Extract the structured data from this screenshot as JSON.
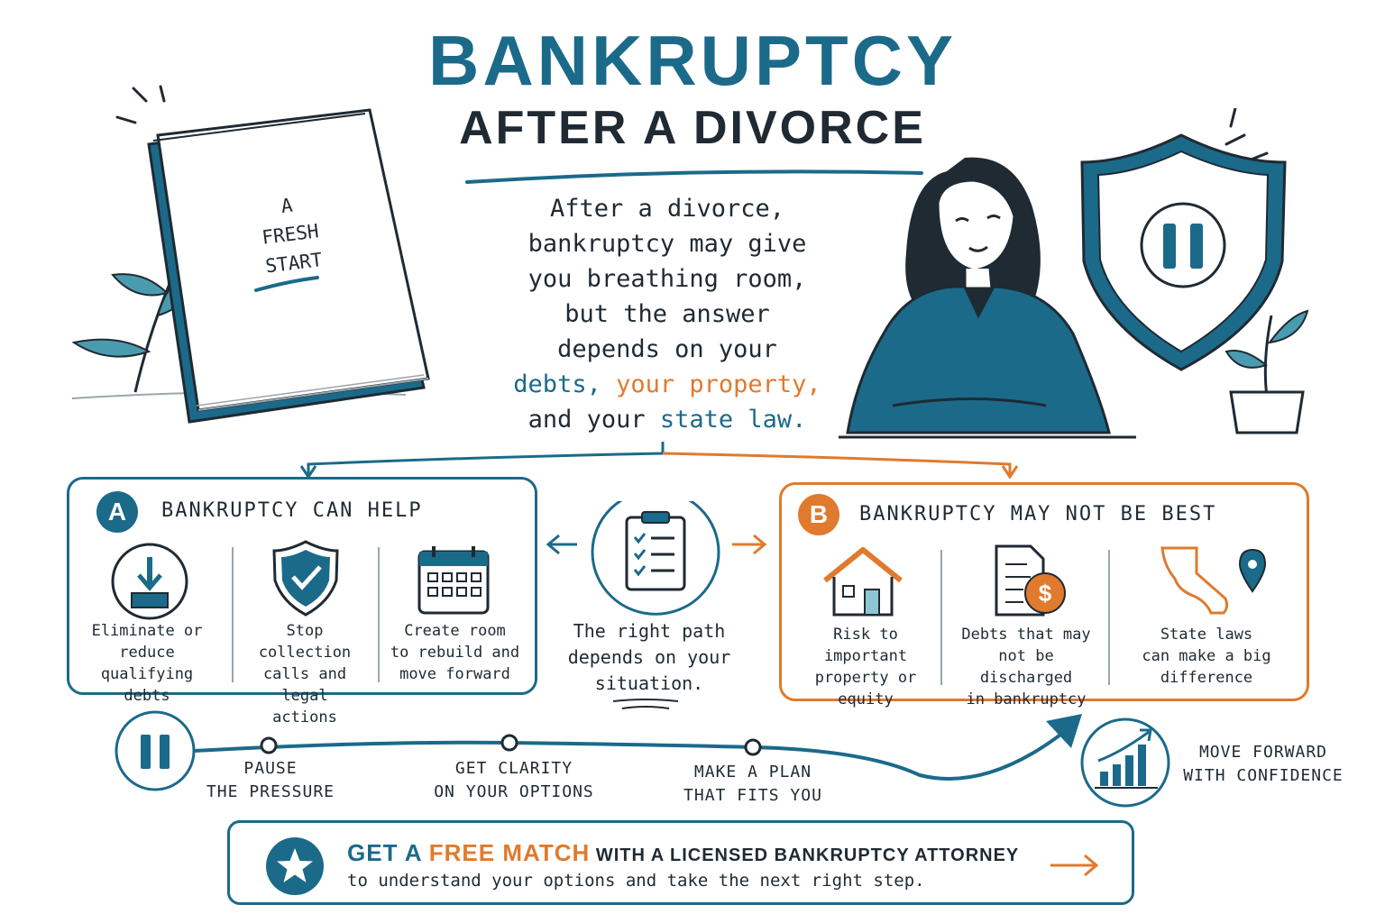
{
  "header": {
    "title": "BANKRUPTCY",
    "subtitle": "AFTER A DIVORCE"
  },
  "book": {
    "line1": "A",
    "line2": "FRESH",
    "line3": "START"
  },
  "intro": {
    "line1": "After a divorce,",
    "line2": "bankruptcy may give",
    "line3": "you breathing room,",
    "line4": "but the answer",
    "line5": "depends on your",
    "hl_debts": "debts,",
    "hl_property": "your property,",
    "line7_prefix": "and your",
    "hl_state": "state law."
  },
  "panel_a": {
    "badge": "A",
    "title": "BANKRUPTCY CAN HELP",
    "items": [
      {
        "icon": "download-tray-icon",
        "lines": [
          "Eliminate or",
          "reduce qualifying",
          "debts"
        ]
      },
      {
        "icon": "shield-check-icon",
        "lines": [
          "Stop collection",
          "calls and legal",
          "actions"
        ]
      },
      {
        "icon": "calendar-icon",
        "lines": [
          "Create room",
          "to rebuild and",
          "move forward"
        ]
      }
    ]
  },
  "center": {
    "icon": "clipboard-checklist-icon",
    "line1": "The right path",
    "line2": "depends on your",
    "line3": "situation."
  },
  "panel_b": {
    "badge": "B",
    "title": "BANKRUPTCY MAY NOT BE BEST",
    "items": [
      {
        "icon": "house-icon",
        "lines": [
          "Risk to important",
          "property or",
          "equity"
        ]
      },
      {
        "icon": "document-dollar-icon",
        "lines": [
          "Debts that may",
          "not be discharged",
          "in bankruptcy"
        ]
      },
      {
        "icon": "state-map-pin-icon",
        "lines": [
          "State laws",
          "can make a big",
          "difference"
        ]
      }
    ]
  },
  "timeline": {
    "steps": [
      {
        "line1": "PAUSE",
        "line2": "THE PRESSURE"
      },
      {
        "line1": "GET CLARITY",
        "line2": "ON YOUR OPTIONS"
      },
      {
        "line1": "MAKE A PLAN",
        "line2": "THAT FITS YOU"
      }
    ],
    "goal_line1": "MOVE FORWARD",
    "goal_line2": "WITH CONFIDENCE"
  },
  "cta": {
    "part1": "GET A ",
    "part2": "FREE MATCH",
    "part3": " WITH A LICENSED BANKRUPTCY ATTORNEY",
    "line2": "to understand your options and take the next right step."
  },
  "colors": {
    "teal": "#1b6a8a",
    "orange": "#e07a2e",
    "ink": "#1f2a33"
  }
}
